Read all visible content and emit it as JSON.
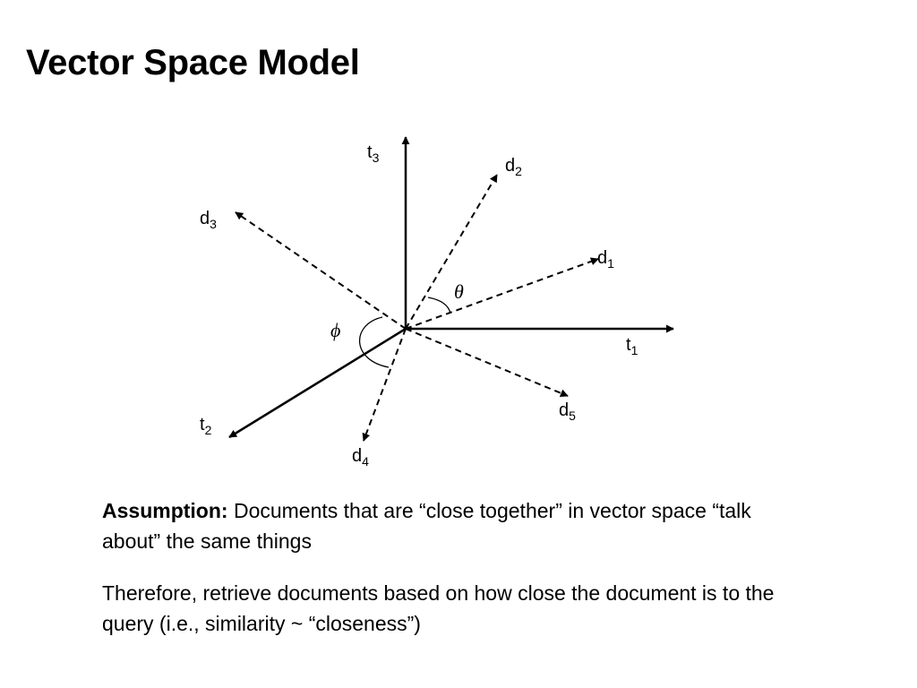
{
  "slide": {
    "title": "Vector Space Model"
  },
  "diagram": {
    "axes": [
      {
        "id": "t1",
        "base": "t",
        "sub": "1"
      },
      {
        "id": "t2",
        "base": "t",
        "sub": "2"
      },
      {
        "id": "t3",
        "base": "t",
        "sub": "3"
      }
    ],
    "documents": [
      {
        "id": "d1",
        "base": "d",
        "sub": "1"
      },
      {
        "id": "d2",
        "base": "d",
        "sub": "2"
      },
      {
        "id": "d3",
        "base": "d",
        "sub": "3"
      },
      {
        "id": "d4",
        "base": "d",
        "sub": "4"
      },
      {
        "id": "d5",
        "base": "d",
        "sub": "5"
      }
    ],
    "angles": {
      "theta": "θ",
      "phi": "ϕ"
    }
  },
  "text": {
    "paragraph1": {
      "lead": "Assumption:",
      "rest": " Documents that are “close together” in vector space “talk about” the same things"
    },
    "paragraph2": "Therefore, retrieve documents based on how close the document is to the query (i.e., similarity ~ “closeness”)"
  }
}
